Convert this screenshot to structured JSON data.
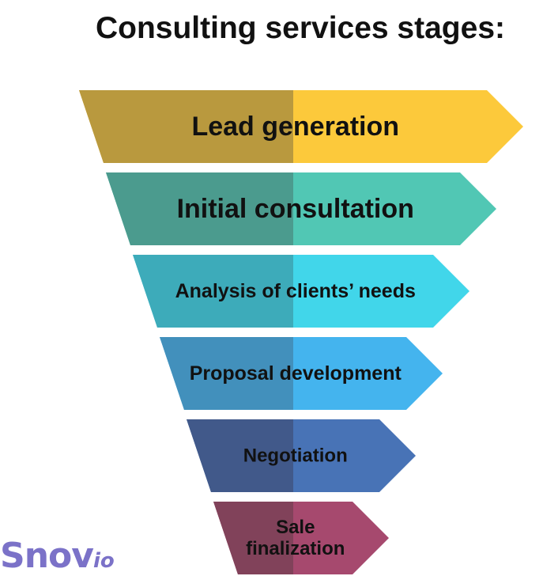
{
  "title": "Consulting services stages:",
  "stages": [
    {
      "lines": [
        "Lead generation"
      ],
      "color": "#fcc93b",
      "shade": "#b9993e"
    },
    {
      "lines": [
        "Initial consultation"
      ],
      "color": "#51c7b4",
      "shade": "#4b9b8e"
    },
    {
      "lines": [
        "Analysis of clients’ needs"
      ],
      "color": "#41d6ea",
      "shade": "#3dabba"
    },
    {
      "lines": [
        "Proposal development"
      ],
      "color": "#44b4ee",
      "shade": "#4290bc"
    },
    {
      "lines": [
        "Negotiation"
      ],
      "color": "#4873b6",
      "shade": "#41598a"
    },
    {
      "lines": [
        "Sale",
        "finalization"
      ],
      "color": "#a6496e",
      "shade": "#81425a"
    }
  ],
  "logo": {
    "main": "Snov",
    "sub": "io"
  }
}
